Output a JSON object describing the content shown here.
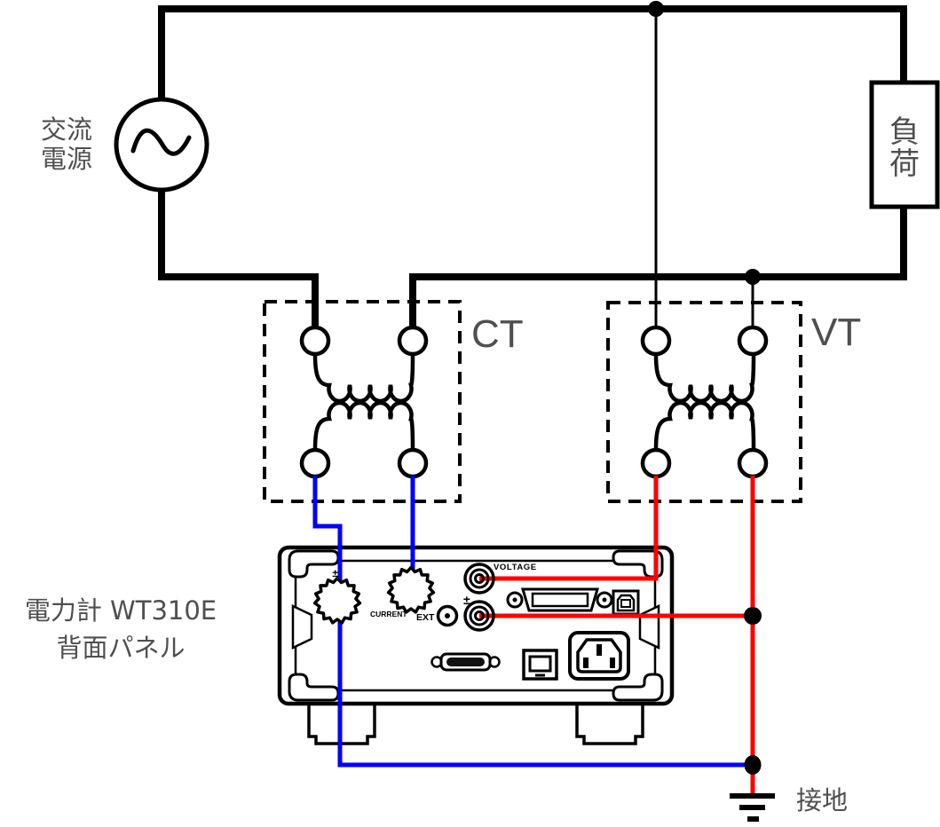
{
  "labels": {
    "ac_source_lines": [
      "交流",
      "電源"
    ],
    "load_chars": [
      "負",
      "荷"
    ],
    "ct": "CT",
    "vt": "VT",
    "meter_lines": [
      "電力計 WT310E",
      "背面パネル"
    ],
    "ground": "接地"
  },
  "panel": {
    "voltage": "VOLTAGE",
    "current": "CURRENT",
    "ext": "EXT",
    "current_polarity": "±",
    "voltage_polarity": "±"
  },
  "colors": {
    "circuit_wire": "#000000",
    "current_secondary_wire": "#0000ff",
    "voltage_secondary_wire": "#ff0000",
    "label_text": "#4f4f4f",
    "panel_outline": "#000000"
  }
}
